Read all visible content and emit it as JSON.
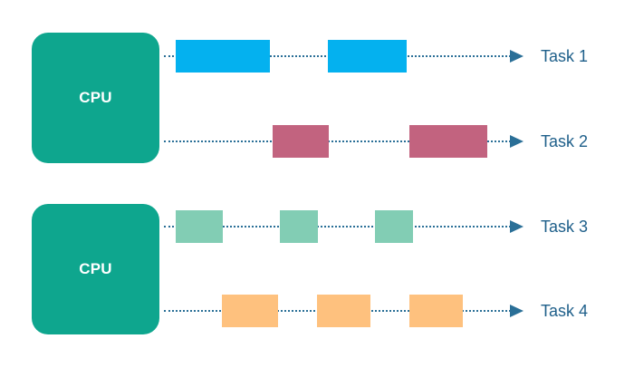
{
  "colors": {
    "cpu": "#0ea68e",
    "dots": "#2a6f97",
    "label": "#1e5f8a",
    "task1": "#04b1ef",
    "task2": "#c2637f",
    "task3": "#82cdb4",
    "task4": "#fec17e"
  },
  "cpus": [
    {
      "label": "CPU"
    },
    {
      "label": "CPU"
    }
  ],
  "tasks": [
    {
      "label": "Task 1"
    },
    {
      "label": "Task 2"
    },
    {
      "label": "Task 3"
    },
    {
      "label": "Task 4"
    }
  ]
}
